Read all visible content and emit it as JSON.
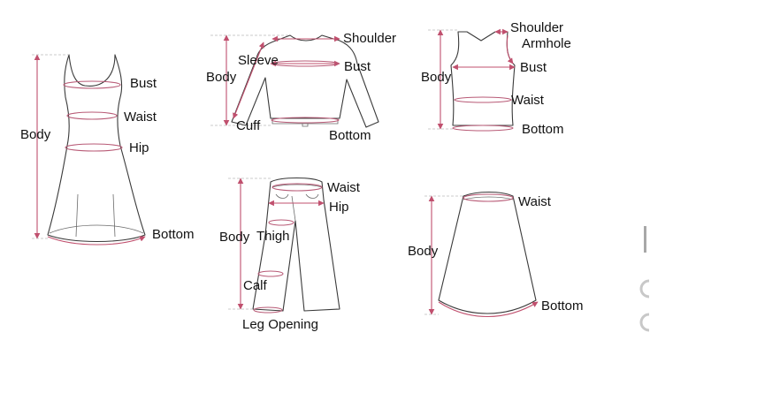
{
  "colors": {
    "background": "#ffffff",
    "outline": "#3a3a3a",
    "measurement": "#c0506e",
    "label": "#111111"
  },
  "diagrams": {
    "dress": {
      "bust": "Bust",
      "waist": "Waist",
      "hip": "Hip",
      "body": "Body",
      "bottom": "Bottom"
    },
    "sweater": {
      "shoulder": "Shoulder",
      "sleeve": "Sleeve",
      "bust": "Bust",
      "body": "Body",
      "cuff": "Cuff",
      "bottom": "Bottom"
    },
    "tank": {
      "shoulder": "Shoulder",
      "armhole": "Armhole",
      "bust": "Bust",
      "body": "Body",
      "waist": "Waist",
      "bottom": "Bottom"
    },
    "pants": {
      "waist": "Waist",
      "hip": "Hip",
      "body": "Body",
      "thigh": "Thigh",
      "calf": "Calf",
      "leg_opening": "Leg Opening"
    },
    "skirt": {
      "waist": "Waist",
      "body": "Body",
      "bottom": "Bottom"
    }
  }
}
